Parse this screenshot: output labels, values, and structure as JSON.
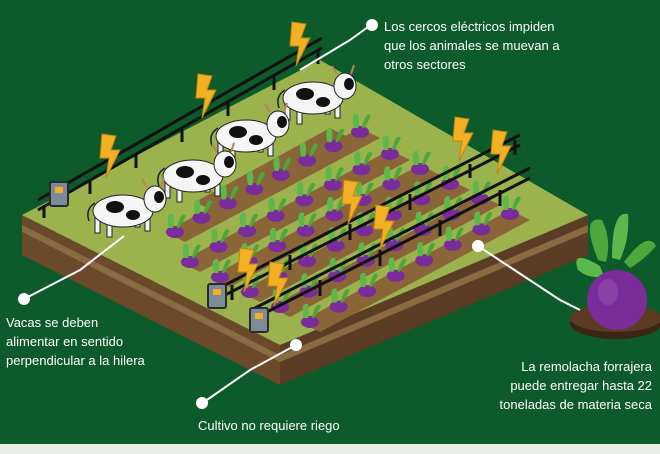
{
  "annotations": {
    "fences": {
      "lines": [
        "Los cercos eléctricos impiden",
        "que los animales se muevan a",
        "otros sectores"
      ]
    },
    "cows": {
      "lines": [
        "Vacas se deben",
        "alimentar en sentido",
        "perpendicular a la hilera"
      ]
    },
    "beet": {
      "lines": [
        "La remolacha forrajera",
        "puede entregar hasta 22",
        "toneladas de materia seca"
      ]
    },
    "crop": {
      "lines": [
        "Cultivo no requiere riego"
      ]
    }
  },
  "colors": {
    "background": "#0d5a2a",
    "field": "#9cb24d",
    "soil": "#7a5a34",
    "beet": "#7a2d9a",
    "leaf": "#5cb84a",
    "lightning": "#f2b124",
    "fence": "#111111",
    "leader": "#ffffff"
  },
  "icons": [
    "lightning-bolt-icon",
    "electric-fence-box-icon",
    "cow-icon",
    "beet-plant-icon"
  ]
}
